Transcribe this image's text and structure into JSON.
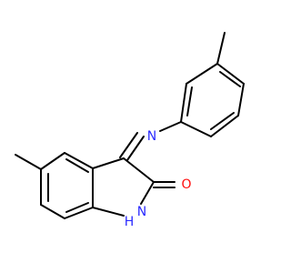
{
  "colors": {
    "bond": "#000000",
    "nitrogen": "#2b2bff",
    "oxygen": "#ff0d0d"
  },
  "atoms": {
    "imine_n": "N",
    "carbonyl_o": "O",
    "amide_n": "N",
    "amide_h": "H"
  }
}
